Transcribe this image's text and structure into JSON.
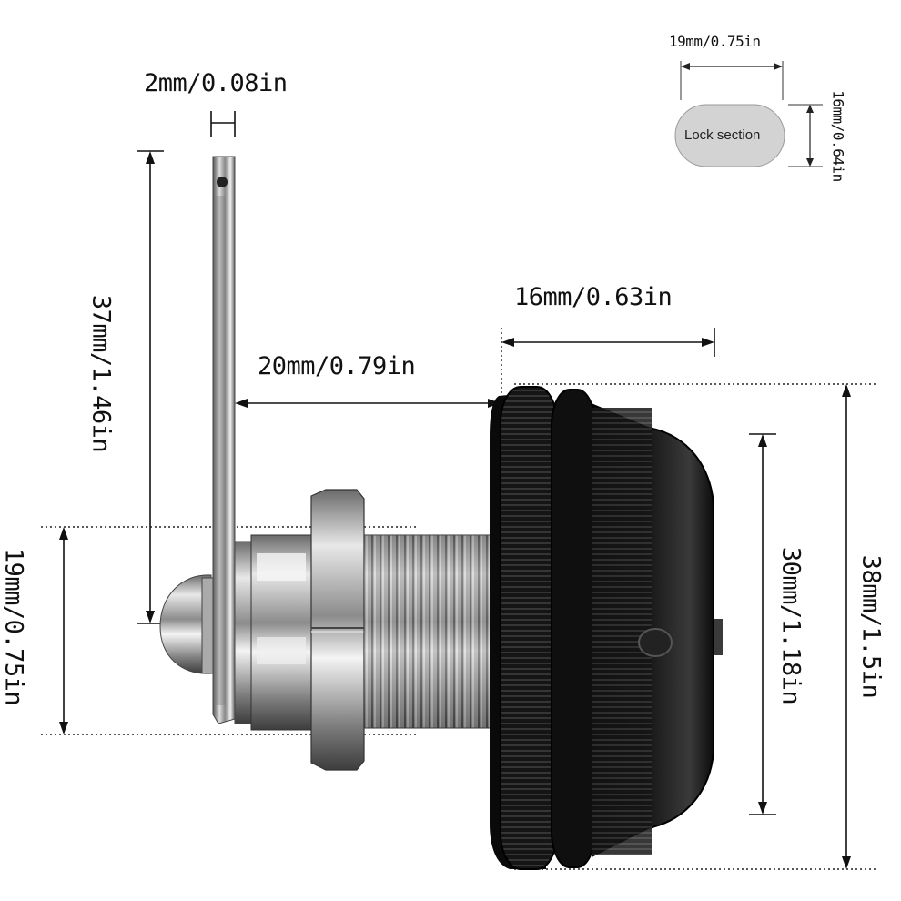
{
  "dimensions": {
    "plate_thickness": "2mm/0.08in",
    "plate_length": "37mm/1.46in",
    "cam_offset": "20mm/0.79in",
    "head_depth": "16mm/0.63in",
    "head_diameter_inner": "30mm/1.18in",
    "head_diameter_outer": "38mm/1.5in",
    "body_diameter": "19mm/0.75in"
  },
  "lock_section": {
    "label": "Lock section",
    "width": "19mm/0.75in",
    "height": "16mm/0.64in"
  }
}
